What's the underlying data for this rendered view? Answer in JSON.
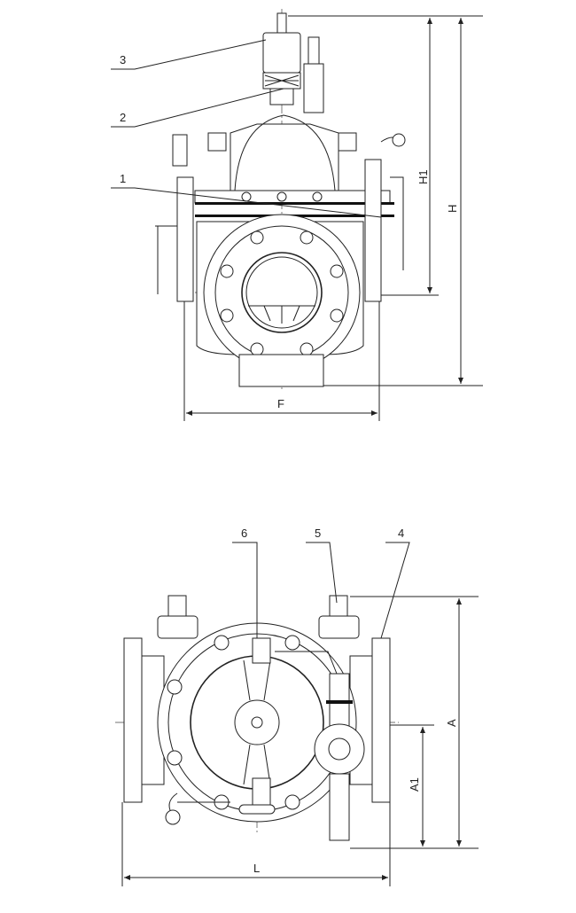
{
  "title": "Valve dimensional drawing",
  "elevation_view": {
    "part_labels": [
      "3",
      "2",
      "1"
    ],
    "dimensions": {
      "height_overall": "H",
      "height_upper": "H1",
      "width": "F"
    }
  },
  "plan_view": {
    "part_labels": [
      "6",
      "5",
      "4"
    ],
    "dimensions": {
      "height_overall": "A",
      "height_lower": "A1",
      "length": "L"
    }
  },
  "colors": {
    "line": "#222222",
    "background": "#ffffff"
  }
}
